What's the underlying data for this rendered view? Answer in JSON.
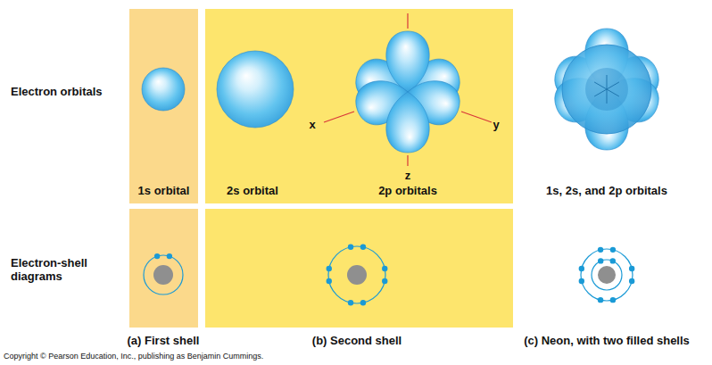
{
  "diagram": {
    "nodes": [
      {
        "text": [
          "1s orbital"
        ]
      },
      {
        "text": [
          "2s orbital",
          "2p orbitals"
        ]
      }
    ],
    "labels": [
      "Electron orbitals",
      "Electron-shell diagrams",
      "x",
      "y",
      "z",
      "1s, 2s, and 2p orbitals",
      "(a) First shell",
      "(b) Second shell",
      "(c) Neon, with two filled shells",
      "Copyright © Pearson Education, Inc., publishing as Benjamin Cummings."
    ]
  }
}
